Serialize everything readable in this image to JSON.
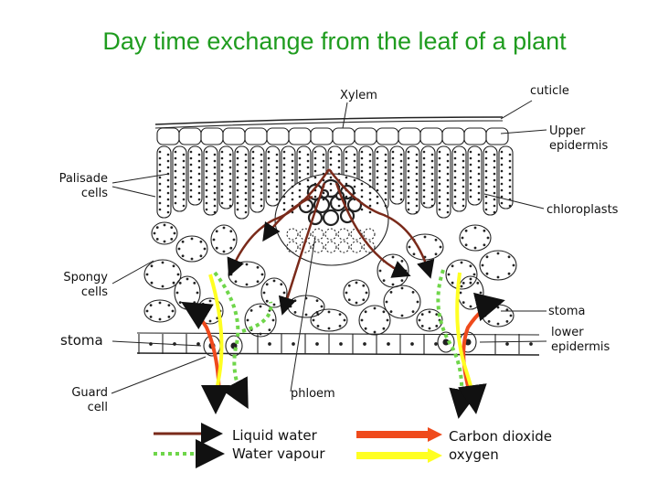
{
  "title": "Day time exchange from the leaf of a plant",
  "labels": {
    "xylem": "Xylem",
    "cuticle": "cuticle",
    "upper_epidermis_1": "Upper",
    "upper_epidermis_2": "epidermis",
    "palisade_1": "Palisade",
    "palisade_2": "cells",
    "chloroplasts": "chloroplasts",
    "spongy_1": "Spongy",
    "spongy_2": "cells",
    "stoma_right": "stoma",
    "stoma_left": "stoma",
    "lower_epidermis_1": "lower",
    "lower_epidermis_2": "epidermis",
    "guard_1": "Guard",
    "guard_2": "cell",
    "phloem": "phloem"
  },
  "legend": {
    "liquid_water": "Liquid water",
    "water_vapour": "Water vapour",
    "carbon_dioxide": "Carbon dioxide",
    "oxygen": "oxygen"
  },
  "colors": {
    "title": "#1f9c1f",
    "liquid_water": "#7a2a1a",
    "water_vapour": "#6fd64a",
    "carbon_dioxide": "#ef4a1c",
    "oxygen": "#ffff22"
  }
}
